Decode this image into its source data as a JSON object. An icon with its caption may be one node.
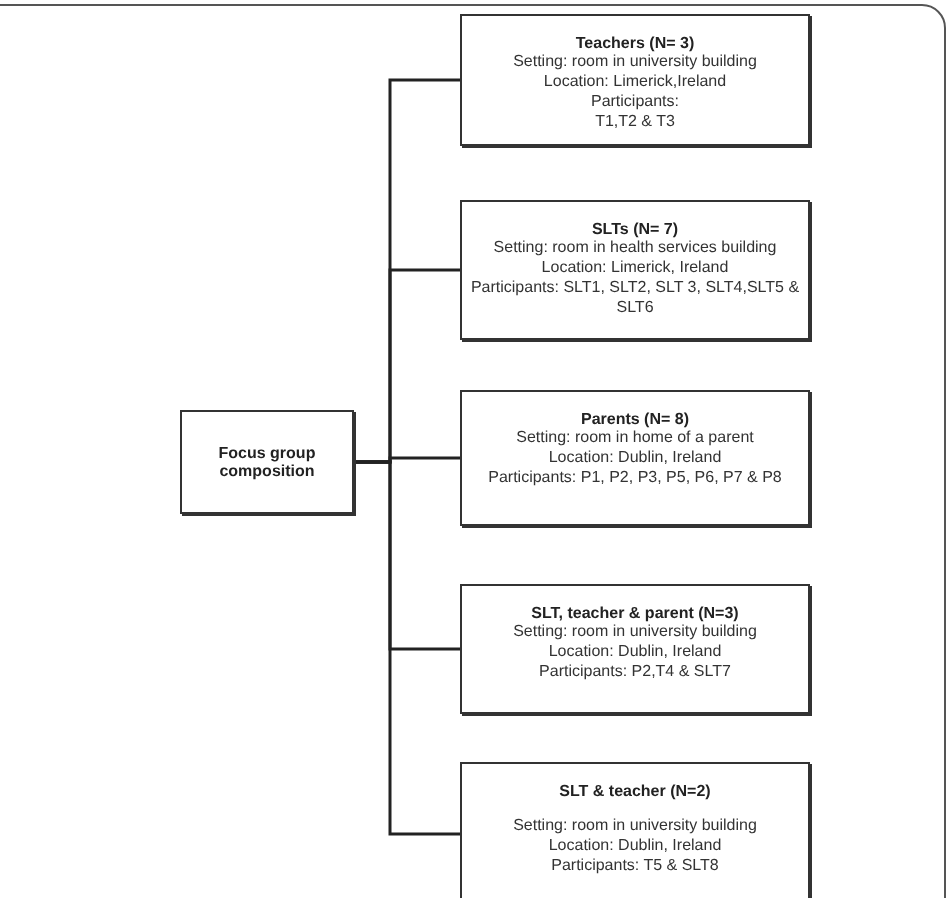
{
  "diagram": {
    "nodes": [
      {
        "text": [
          "Focus group composition"
        ]
      },
      {
        "text": [
          "Teachers (N= 3)",
          "Setting: room in university  building",
          "Location: Limerick,Ireland",
          "Participants:  T1,T2 & T3"
        ]
      },
      {
        "text": [
          "SLTs (N= 7)",
          "Setting: room in health services building",
          "Location: Limerick, Ireland",
          "Participants: SLT1, SLT2, SLT 3, SLT4,SLT5 & SLT6"
        ]
      },
      {
        "text": [
          "Parents  (N= 8)",
          "Setting: room in home of a parent",
          "Location: Dublin, Ireland",
          "Participants:   P1, P2, P3, P5, P6, P7 & P8"
        ]
      },
      {
        "text": [
          "SLT, teacher  & parent (N=3)",
          "Setting: room in university  building",
          "Location: Dublin, Ireland",
          "Participants: P2,T4 & SLT7"
        ]
      },
      {
        "text": [
          "SLT & teacher (N=2)",
          "Setting: room in  university  building",
          "Location: Dublin, Ireland",
          "Participants: T5 & SLT8"
        ]
      }
    ],
    "edges": [
      {
        "from": 0,
        "to": 1,
        "arrow": "none"
      },
      {
        "from": 0,
        "to": 2,
        "arrow": "none"
      },
      {
        "from": 0,
        "to": 3,
        "arrow": "none"
      },
      {
        "from": 0,
        "to": 4,
        "arrow": "none"
      },
      {
        "from": 0,
        "to": 5,
        "arrow": "none"
      }
    ]
  }
}
